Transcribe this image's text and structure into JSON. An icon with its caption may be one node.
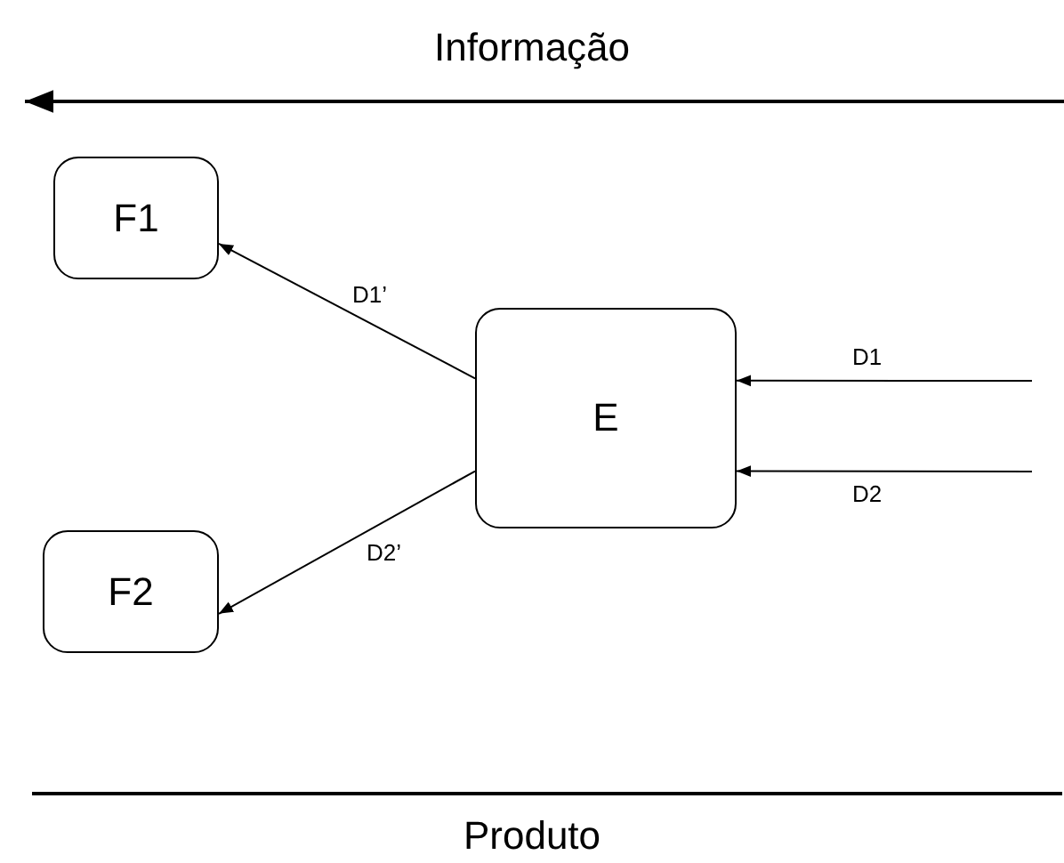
{
  "diagram": {
    "nodes": [
      {
        "text": [
          "F1"
        ]
      },
      {
        "text": [
          "F2"
        ]
      },
      {
        "text": [
          "E"
        ]
      }
    ],
    "edges": [
      {
        "from": 2,
        "to": 0,
        "arrow": "to",
        "label": "D1’"
      },
      {
        "from": 2,
        "to": 1,
        "arrow": "to",
        "label": "D2’"
      },
      {
        "from": null,
        "to": 2,
        "arrow": "to",
        "label": "D1"
      },
      {
        "from": null,
        "to": 2,
        "arrow": "to",
        "label": "D2"
      }
    ],
    "labels": [
      "Informação",
      "Produto"
    ]
  }
}
